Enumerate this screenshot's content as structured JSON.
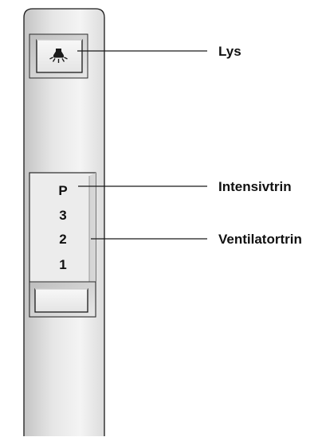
{
  "callouts": {
    "light": "Lys",
    "intensive": "Intensivtrin",
    "fan_levels": "Ventilatortrin"
  },
  "levels": [
    "P",
    "3",
    "2",
    "1"
  ],
  "icons": {
    "light_button": "light-bulb-icon"
  },
  "colors": {
    "panel_light": "#f2f2f2",
    "panel_dark": "#c9c9c9",
    "outline": "#1a1a1a",
    "text": "#111111"
  }
}
